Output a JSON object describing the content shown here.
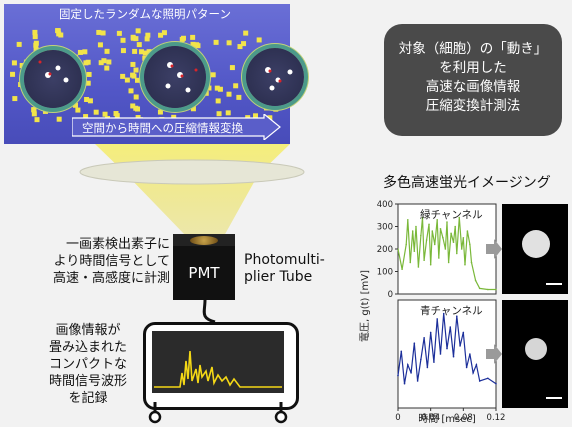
{
  "pattern_panel": {
    "title": "固定したランダムな照明パターン",
    "conversion_label": "空間から時間への圧縮情報変換"
  },
  "summary": {
    "lines": [
      "対象（細胞）の「動き」",
      "を利用した",
      "高速な画像情報",
      "圧縮変換計測法"
    ]
  },
  "detector": {
    "caption_lines": [
      "一画素検出素子に",
      "より時間信号として",
      "高速・高感度に計測"
    ],
    "box_label": "PMT",
    "name_lines": [
      "Photomulti-",
      "plier Tube"
    ]
  },
  "recording": {
    "caption_lines": [
      "画像情報が",
      "畳み込まれた",
      "コンパクトな",
      "時間信号波形",
      "を記録"
    ]
  },
  "chart_data": {
    "type": "line",
    "title": "多色高速蛍光イメージング",
    "xlabel": "時間 [msec]",
    "ylabel": "電圧, g(t) [mV]",
    "xlim": [
      0,
      0.12
    ],
    "ylim": [
      0,
      400
    ],
    "xticks": [
      "0",
      "0.04",
      "0.08",
      "0.12"
    ],
    "yticks": [
      "0",
      "100",
      "200",
      "300",
      "400"
    ],
    "series": [
      {
        "name": "緑チャンネル",
        "color": "#7ab83a",
        "x": [
          0,
          0.005,
          0.01,
          0.012,
          0.015,
          0.018,
          0.02,
          0.022,
          0.025,
          0.028,
          0.03,
          0.032,
          0.035,
          0.038,
          0.04,
          0.042,
          0.045,
          0.048,
          0.05,
          0.052,
          0.055,
          0.058,
          0.06,
          0.062,
          0.065,
          0.068,
          0.07,
          0.072,
          0.075,
          0.078,
          0.08,
          0.082,
          0.085,
          0.088,
          0.09,
          0.095,
          0.1,
          0.11,
          0.12
        ],
        "values": [
          200,
          110,
          220,
          330,
          140,
          280,
          190,
          300,
          120,
          260,
          340,
          150,
          240,
          310,
          130,
          280,
          220,
          330,
          160,
          290,
          250,
          200,
          320,
          140,
          270,
          230,
          300,
          180,
          340,
          200,
          250,
          130,
          280,
          220,
          140,
          60,
          25,
          20,
          20
        ]
      },
      {
        "name": "青チャンネル",
        "color": "#1c2f9a",
        "x": [
          0,
          0.004,
          0.008,
          0.012,
          0.016,
          0.02,
          0.024,
          0.028,
          0.032,
          0.036,
          0.04,
          0.044,
          0.048,
          0.052,
          0.056,
          0.06,
          0.064,
          0.068,
          0.072,
          0.076,
          0.08,
          0.084,
          0.088,
          0.092,
          0.096,
          0.1,
          0.11,
          0.12
        ],
        "values": [
          120,
          210,
          90,
          160,
          130,
          240,
          100,
          180,
          260,
          150,
          280,
          170,
          330,
          200,
          350,
          220,
          300,
          190,
          340,
          230,
          280,
          150,
          200,
          130,
          160,
          100,
          110,
          90
        ]
      }
    ]
  }
}
